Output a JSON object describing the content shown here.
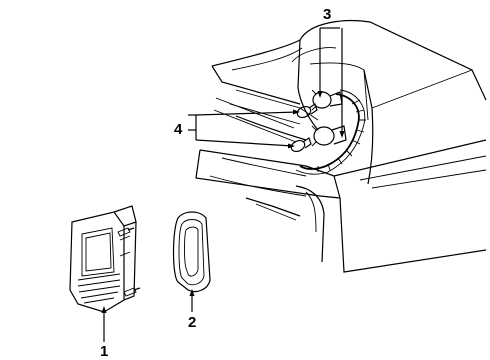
{
  "diagram": {
    "callouts": [
      {
        "id": "1",
        "text": "1"
      },
      {
        "id": "2",
        "text": "2"
      },
      {
        "id": "3",
        "text": "3"
      },
      {
        "id": "4",
        "text": "4"
      }
    ],
    "parts": [
      {
        "callout": "1",
        "icon": "lamp-housing"
      },
      {
        "callout": "2",
        "icon": "lamp-gasket"
      },
      {
        "callout": "3",
        "icon": "bulb-socket-harness"
      },
      {
        "callout": "4",
        "icon": "bulb"
      }
    ]
  }
}
